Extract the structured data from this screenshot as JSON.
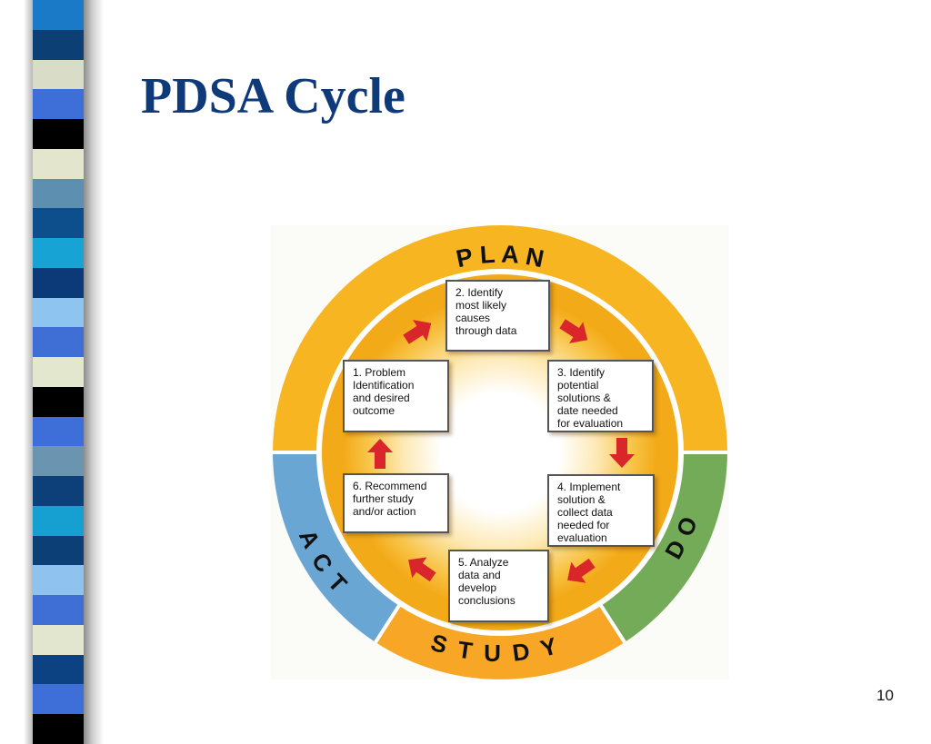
{
  "slide": {
    "title": "PDSA Cycle",
    "page_number": "10"
  },
  "side_stripes": [
    "#1b7ac8",
    "#0c3f74",
    "#d9ddc8",
    "#3e6fd8",
    "#000000",
    "#e3e6cd",
    "#5c8fb0",
    "#0c4f8c",
    "#17a4d4",
    "#0c3a78",
    "#8ec4f0",
    "#3f6fd4",
    "#e2e7ce",
    "#000000",
    "#3e6fd8",
    "#6b94b0",
    "#0d3f78",
    "#16a0d2",
    "#0c3f76",
    "#8fc2ef",
    "#3f6ed5",
    "#e3e6cf",
    "#0c4282",
    "#3e6fd8",
    "#000000"
  ],
  "diagram": {
    "phases": {
      "plan": "P L A N",
      "do": "DO",
      "study": "STUDY",
      "act": "ACT"
    },
    "steps": [
      {
        "text": "2. Identify\nmost likely\ncauses\nthrough data"
      },
      {
        "text": "3. Identify\npotential\nsolutions &\ndate needed\nfor evaluation"
      },
      {
        "text": "4. Implement\nsolution &\ncollect data\nneeded for\nevaluation"
      },
      {
        "text": "5. Analyze\ndata and\ndevelop\nconclusions"
      },
      {
        "text": "6. Recommend\nfurther study\nand/or action"
      },
      {
        "text": "1. Problem\nIdentification\nand desired\noutcome"
      }
    ],
    "colors": {
      "plan_ring": "#f6b521",
      "do_ring": "#74ab58",
      "study_ring": "#f7a625",
      "act_ring": "#6aa6d4",
      "inner_ring": "#f3aa18",
      "center": "#ffffff",
      "arrow": "#d9262a"
    }
  }
}
